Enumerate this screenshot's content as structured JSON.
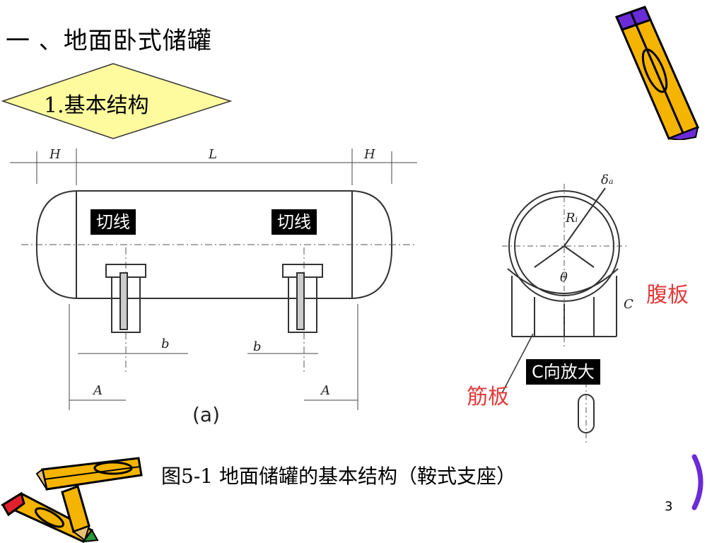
{
  "slide": {
    "title": "一 、地面卧式储罐",
    "subtitle": "1.基本结构",
    "caption": "图5-1   地面储罐的基本结构（鞍式支座）",
    "page_number": "3"
  },
  "figure": {
    "label_a": "(a)",
    "dim_H": "H",
    "dim_L": "L",
    "dim_b": "b",
    "dim_A": "A",
    "dim_C": "C",
    "dim_delta": "δₐ",
    "dim_R": "Rᵢ",
    "dim_theta": "θ",
    "callout_tangent": "切线",
    "callout_web": "腹板",
    "callout_rib": "筋板",
    "callout_c_view": "C向放大"
  },
  "colors": {
    "subtitle_fill": "#fdfb9e",
    "callout_red": "#e23a3a",
    "pencil_yellow": "#f5b400",
    "pencil_purple": "#6a2bd8"
  }
}
